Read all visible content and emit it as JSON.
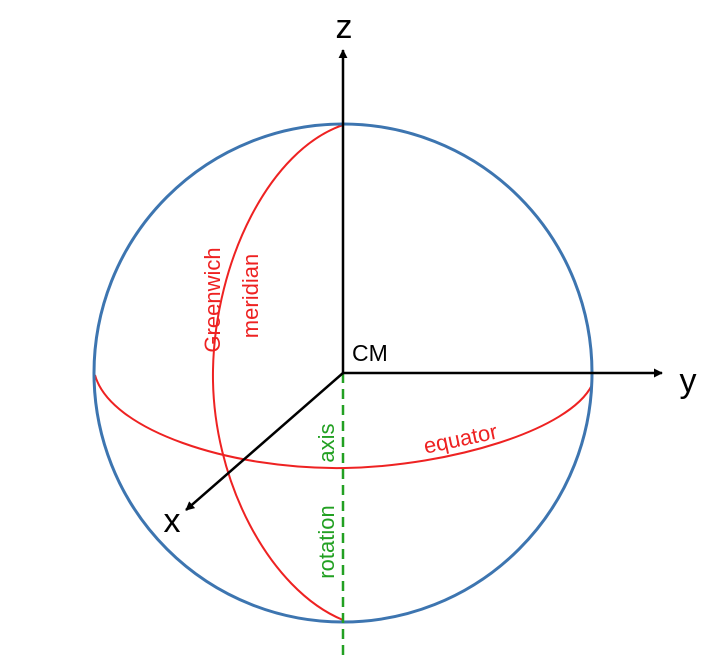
{
  "labels": {
    "z": "z",
    "y": "y",
    "x": "x",
    "cm": "CM",
    "greenwich_1": "Greenwich",
    "greenwich_2": "meridian",
    "equator": "equator",
    "rotation": "rotation",
    "axis": "axis"
  },
  "colors": {
    "sphere": "#3d75b0",
    "meridian": "#ee2222",
    "equator": "#ee2222",
    "rotation_axis": "#22a022",
    "axes": "#000000"
  }
}
